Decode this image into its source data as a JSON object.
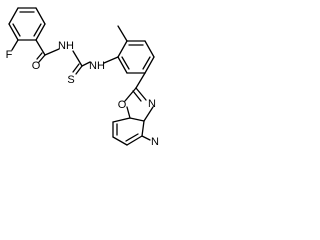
{
  "molecule": {
    "atom_labels": {
      "fluorine": "F",
      "carbonyl_oxygen": "O",
      "amide_nh": "NH",
      "thione_sulfur": "S",
      "thiourea_nh": "NH",
      "oxazole_nitrogen": "N",
      "oxazole_oxygen": "O",
      "pyridine_nitrogen": "N"
    },
    "colors": {
      "bond": "#000000",
      "label": "#000000",
      "background": "#ffffff"
    }
  }
}
